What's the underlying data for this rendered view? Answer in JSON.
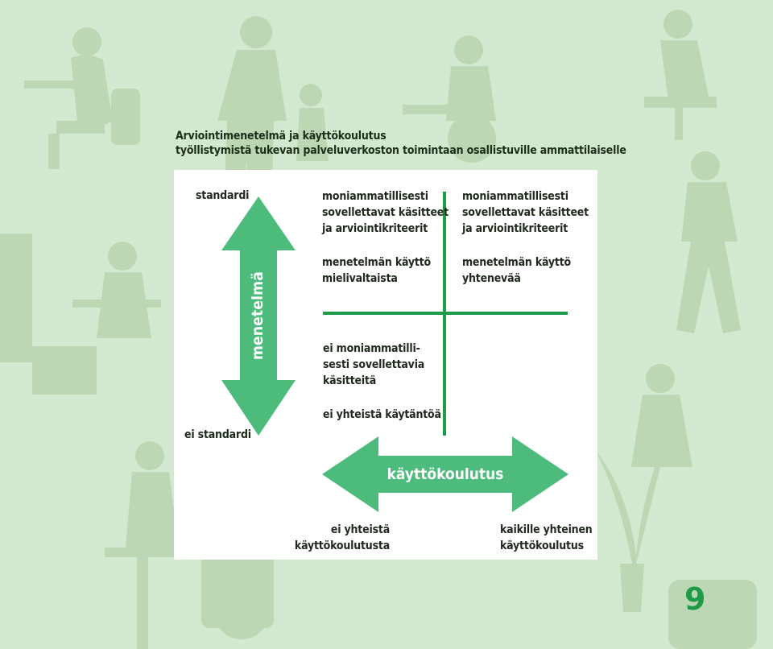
{
  "title": {
    "line1": "Arviointimenetelmä ja käyttökoulutus",
    "line2": "työllistymistä tukevan palveluverkoston toimintaan osallistuville ammattilaiselle"
  },
  "vertical_axis": {
    "label": "menetelmä",
    "top": "standardi",
    "bottom": "ei standardi"
  },
  "horizontal_axis": {
    "label": "käyttökoulutus",
    "left": [
      "ei yhteistä",
      "käyttökoulutusta"
    ],
    "right": [
      "kaikille yhteinen",
      "käyttökoulutus"
    ]
  },
  "quadrants": {
    "top_left": {
      "lines": [
        "moniammatillisesti",
        "sovellettavat käsitteet",
        "ja arviointikriteerit"
      ],
      "usage": [
        "menetelmän käyttö",
        "mielivaltaista"
      ]
    },
    "top_right": {
      "lines": [
        "moniammatillisesti",
        "sovellettavat käsitteet",
        "ja arviointikriteerit"
      ],
      "usage": [
        "menetelmän käyttö",
        "yhtenevää"
      ]
    },
    "bottom_left": {
      "lines": [
        "ei moniammatilli-",
        "sesti sovellettavia",
        "käsitteitä"
      ],
      "usage": [
        "ei yhteistä käytäntöä"
      ]
    }
  },
  "page_number": "9",
  "colors": {
    "background": "#d3e9cf",
    "silhouette": "#bcd7b4",
    "arrow": "#4cbb7c",
    "axis_line": "#1f9a48",
    "page_number": "#1f9a48"
  },
  "background_icons": [
    "person-at-desk-icon",
    "walking-person-icon",
    "wheelchair-user-icon",
    "plant-icon"
  ]
}
